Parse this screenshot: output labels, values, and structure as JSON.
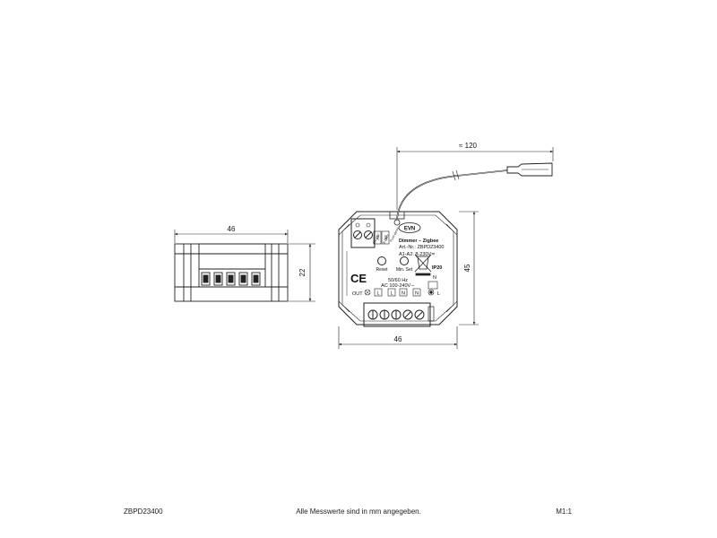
{
  "footer": {
    "article": "ZBPD23400",
    "note": "Alle Messwerte sind in mm angegeben.",
    "scale": "M1:1"
  },
  "dimensions": {
    "cable_length": "≈ 120",
    "side_width": "46",
    "side_height": "22",
    "front_height": "45",
    "front_width": "46"
  },
  "device": {
    "brand": "EVN",
    "product": "Dimmer – Zigbee",
    "art_nr": "Art.-Nr.: ZBPD23400",
    "input": "A1-A2: 8-230V≂",
    "reset": "Reset",
    "min_set": "Min. Set",
    "ip": "IP20",
    "ce": "CE",
    "frequency": "50/60 Hz",
    "voltage": "AC 100-240V∼",
    "out": "OUT",
    "n_label": "N",
    "l_label": "L",
    "input_labels": [
      "A1",
      "A2"
    ],
    "terminals": [
      "L",
      "L",
      "N",
      "N"
    ],
    "side_text_1": "0/1-10V",
    "side_text_2": "Push dimm",
    "side_text_3": "8-230V"
  }
}
